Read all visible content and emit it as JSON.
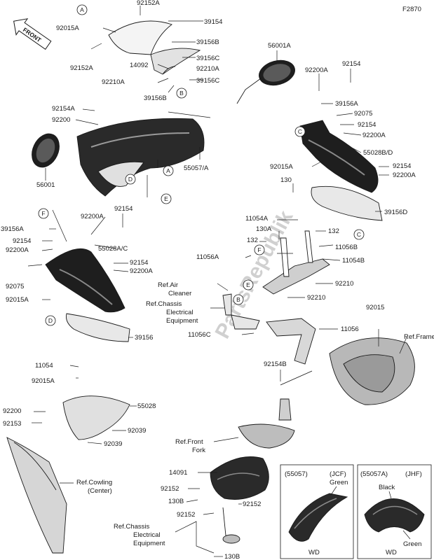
{
  "diagram_code": "F2870",
  "front_label": "FRONT",
  "watermark": "PartsRepublik",
  "callouts": {
    "p92152A_top": "92152A",
    "p39154_top": "39154",
    "p92015A_top": "92015A",
    "p39156B_a": "39156B",
    "p39156C_a": "39156C",
    "p14092": "14092",
    "p92210A_a": "92210A",
    "p92152A_left": "92152A",
    "p92210A_b": "92210A",
    "p39156C_b": "39156C",
    "p39156B_b": "39156B",
    "p56001A": "56001A",
    "p92154_tr": "92154",
    "p92200A_tr": "92200A",
    "p39156A_r": "39156A",
    "p92075_r": "92075",
    "p92154_r2": "92154",
    "p92200A_r2": "92200A",
    "p55028BD": "55028B/D",
    "p92154_r3": "92154",
    "p92200A_r3": "92200A",
    "p92015A_r": "92015A",
    "p92154A": "92154A",
    "p92200_l": "92200",
    "p55057A": "55057/A",
    "p56001": "56001",
    "p130_top": "130",
    "p39156D": "39156D",
    "p11054A": "11054A",
    "p130A": "130A",
    "p132_r": "132",
    "p132_l": "132",
    "p11056B": "11056B",
    "p11056A": "11056A",
    "p11054B": "11054B",
    "p92210_a": "92210",
    "p92210_b": "92210",
    "p11056": "11056",
    "p11056C": "11056C",
    "p92015_r": "92015",
    "p92154B": "92154B",
    "p39156A_l": "39156A",
    "p92200A_l1": "92200A",
    "p92154_l1": "92154",
    "p92154_l2": "92154",
    "p92200A_l2": "92200A",
    "p55028AC": "55028A/C",
    "p92154_l3": "92154",
    "p92200A_l3": "92200A",
    "p92075_l": "92075",
    "p92015A_l": "92015A",
    "p39156_l": "39156",
    "p11054": "11054",
    "p92015A_b": "92015A",
    "p92200_b": "92200",
    "p92153": "92153",
    "p55028": "55028",
    "p92039_a": "92039",
    "p92039_b": "92039",
    "p14091": "14091",
    "p92152_a": "92152",
    "p130B_a": "130B",
    "p92152_b": "92152",
    "p92152_c": "92152",
    "p130B_b": "130B"
  },
  "refs": {
    "air_cleaner_1": "Ref.Air",
    "air_cleaner_2": "Cleaner",
    "chassis1_1": "Ref.Chassis",
    "chassis1_2": "Electrical",
    "chassis1_3": "Equipment",
    "frame": "Ref.Frame",
    "front_fork_1": "Ref.Front",
    "front_fork_2": "Fork",
    "cowling_1": "Ref.Cowling",
    "cowling_2": "(Center)",
    "chassis2_1": "Ref.Chassis",
    "chassis2_2": "Electrical",
    "chassis2_3": "Equipment"
  },
  "markers": {
    "a1": "A",
    "a2": "A",
    "b1": "B",
    "b2": "B",
    "c1": "C",
    "c2": "C",
    "d1": "D",
    "d2": "D",
    "e1": "E",
    "e2": "E",
    "f1": "F",
    "f2": "F"
  },
  "inset_left": {
    "part": "(55057)",
    "market": "(JCF)",
    "color": "Green",
    "footer": "WD"
  },
  "inset_right": {
    "part": "(55057A)",
    "market": "(JHF)",
    "color_top": "Black",
    "color_bottom": "Green",
    "footer": "WD"
  }
}
